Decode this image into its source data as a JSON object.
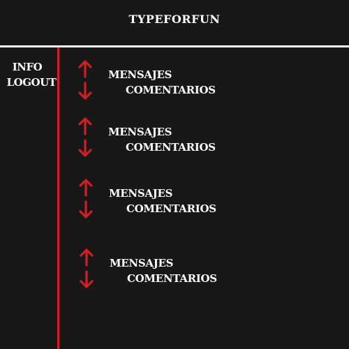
{
  "header": {
    "title": "TYPEFORFUN"
  },
  "sidebar": {
    "items": [
      {
        "label": "INFO"
      },
      {
        "label": "LOGOUT"
      }
    ]
  },
  "posts": [
    {
      "primary": "MENSAJES",
      "secondary": "COMENTARIOS"
    },
    {
      "primary": "MENSAJES",
      "secondary": "COMENTARIOS"
    },
    {
      "primary": "MENSAJES",
      "secondary": "COMENTARIOS"
    },
    {
      "primary": "MENSAJES",
      "secondary": "COMENTARIOS"
    }
  ],
  "icons": {
    "upvote": "arrow-up-icon",
    "downvote": "arrow-down-icon"
  },
  "colors": {
    "background": "#181818",
    "accent": "#d11f23",
    "text": "#ffffff"
  }
}
